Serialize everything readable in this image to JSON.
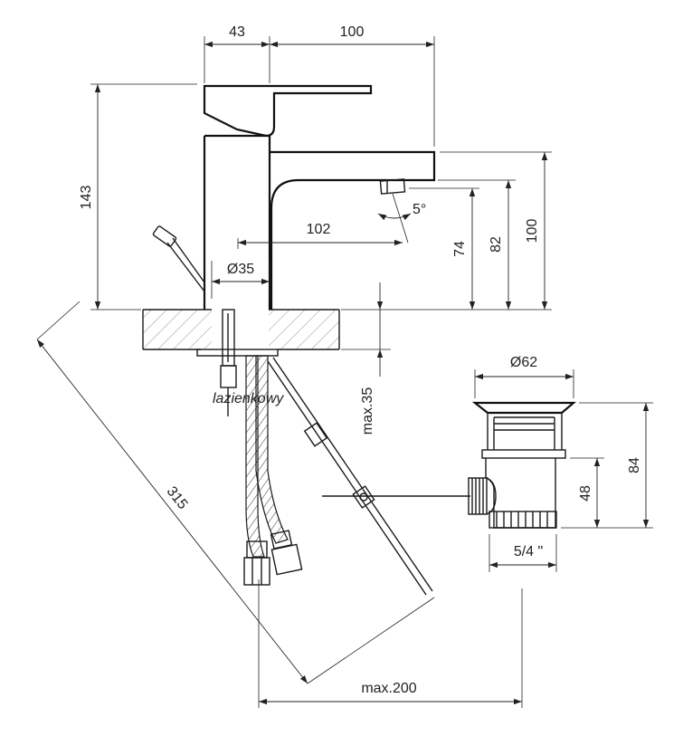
{
  "watermark": "lazienkowy",
  "dimensions": {
    "base_offset": "43",
    "spout_reach_top": "100",
    "total_height": "143",
    "spout_reach": "102",
    "spray_angle": "5°",
    "height_74": "74",
    "height_82": "82",
    "height_100": "100",
    "body_diameter": "Ø35",
    "deck_thickness": "max.35",
    "hose_length": "315",
    "waste_diameter": "Ø62",
    "waste_height": "84",
    "waste_body_height": "48",
    "waste_thread": "5/4 \"",
    "rod_reach": "max.200"
  }
}
